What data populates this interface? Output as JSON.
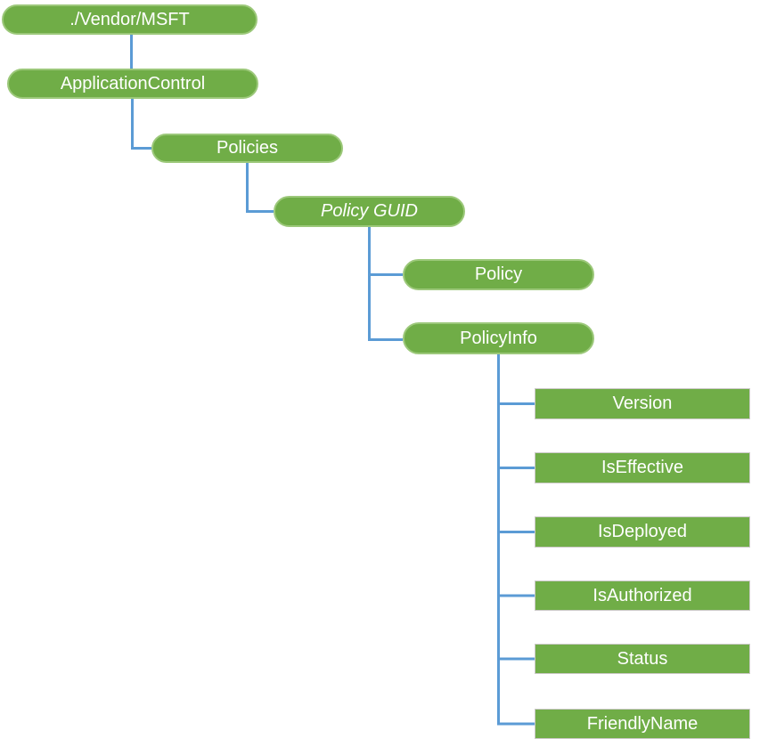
{
  "colors": {
    "node_fill": "#70ad47",
    "pill_border": "#9cc87a",
    "rect_border": "#cbc9c7",
    "connector": "#5b9bd5",
    "text": "#ffffff",
    "background": "#ffffff"
  },
  "diagram": {
    "type": "tree",
    "nodes": [
      {
        "id": "vendor-msft",
        "label": "./Vendor/MSFT",
        "shape": "pill",
        "emphasis": "normal",
        "parent": null
      },
      {
        "id": "application-control",
        "label": "ApplicationControl",
        "shape": "pill",
        "emphasis": "normal",
        "parent": "vendor-msft"
      },
      {
        "id": "policies",
        "label": "Policies",
        "shape": "pill",
        "emphasis": "normal",
        "parent": "application-control"
      },
      {
        "id": "policy-guid",
        "label": "Policy GUID",
        "shape": "pill",
        "emphasis": "italic",
        "parent": "policies"
      },
      {
        "id": "policy",
        "label": "Policy",
        "shape": "pill",
        "emphasis": "normal",
        "parent": "policy-guid"
      },
      {
        "id": "policy-info",
        "label": "PolicyInfo",
        "shape": "pill",
        "emphasis": "normal",
        "parent": "policy-guid"
      },
      {
        "id": "version",
        "label": "Version",
        "shape": "rect",
        "emphasis": "normal",
        "parent": "policy-info"
      },
      {
        "id": "is-effective",
        "label": "IsEffective",
        "shape": "rect",
        "emphasis": "normal",
        "parent": "policy-info"
      },
      {
        "id": "is-deployed",
        "label": "IsDeployed",
        "shape": "rect",
        "emphasis": "normal",
        "parent": "policy-info"
      },
      {
        "id": "is-authorized",
        "label": "IsAuthorized",
        "shape": "rect",
        "emphasis": "normal",
        "parent": "policy-info"
      },
      {
        "id": "status",
        "label": "Status",
        "shape": "rect",
        "emphasis": "normal",
        "parent": "policy-info"
      },
      {
        "id": "friendly-name",
        "label": "FriendlyName",
        "shape": "rect",
        "emphasis": "normal",
        "parent": "policy-info"
      }
    ]
  }
}
